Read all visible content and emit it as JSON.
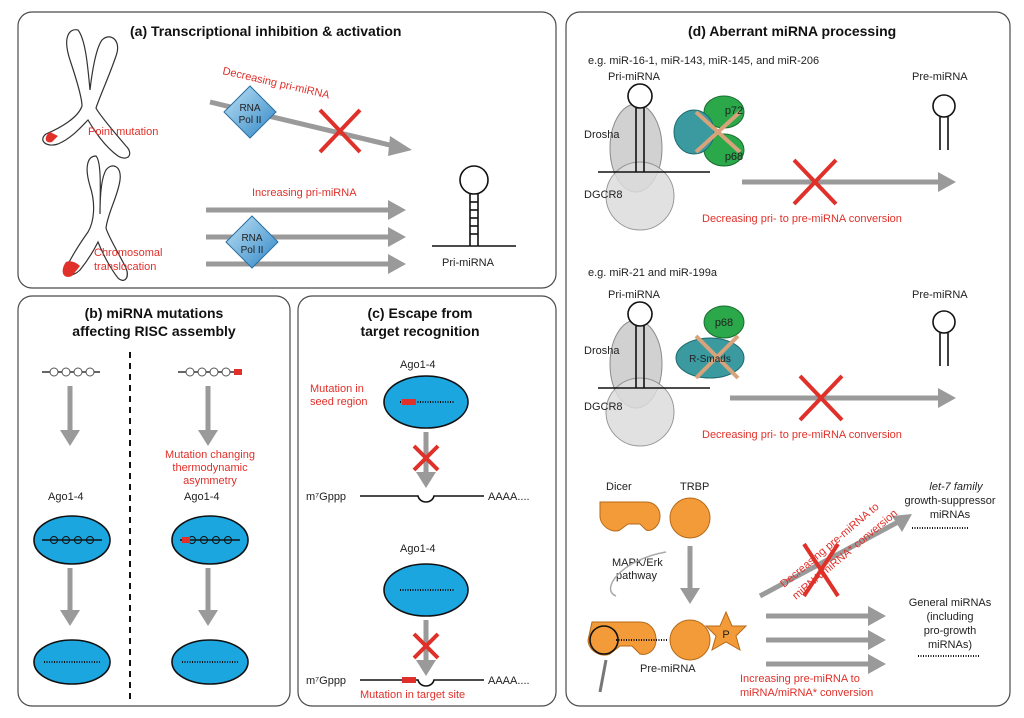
{
  "panels": {
    "a": {
      "title": "(a) Transcriptional inhibition & activation",
      "point_mutation": "Point mutation",
      "chrom_transloc_1": "Chromosomal",
      "chrom_transloc_2": "translocation",
      "decreasing": "Decreasing pri-miRNA",
      "increasing": "Increasing pri-miRNA",
      "rna_pol_1": "RNA",
      "rna_pol_2": "Pol II",
      "pri_mirna": "Pri-miRNA"
    },
    "b": {
      "title_1": "(b) miRNA mutations",
      "title_2": "affecting RISC assembly",
      "mut_1": "Mutation changing",
      "mut_2": "thermodynamic",
      "mut_3": "asymmetry",
      "ago_left": "Ago1-4",
      "ago_right": "Ago1-4"
    },
    "c": {
      "title_1": "(c) Escape from",
      "title_2": "target recognition",
      "ago_top": "Ago1-4",
      "seed_1": "Mutation in",
      "seed_2": "seed region",
      "m7gppp_1": "m⁷Gppp",
      "aaaa_1": "AAAA....",
      "ago_bottom": "Ago1-4",
      "m7gppp_2": "m⁷Gppp",
      "aaaa_2": "AAAA....",
      "target_site": "Mutation in target site"
    },
    "d": {
      "title": "(d) Aberrant miRNA processing",
      "eg1": "e.g. miR-16-1, miR-143, miR-145, and miR-206",
      "pri1": "Pri-miRNA",
      "pre1": "Pre-miRNA",
      "drosha1": "Drosha",
      "dgcr8_1": "DGCR8",
      "p72": "p72",
      "p68_1": "p68",
      "dec1": "Decreasing pri- to pre-miRNA conversion",
      "eg2": "e.g. miR-21 and miR-199a",
      "pri2": "Pri-miRNA",
      "pre2": "Pre-miRNA",
      "drosha2": "Drosha",
      "dgcr8_2": "DGCR8",
      "p68_2": "p68",
      "r_smads": "R-Smads",
      "dec2": "Decreasing pri- to pre-miRNA conversion",
      "dicer": "Dicer",
      "trbp": "TRBP",
      "mapk_1": "MAPK/Erk",
      "mapk_2": "pathway",
      "pre_mirna": "Pre-miRNA",
      "p_label": "P",
      "let7_1": "let-7 family",
      "let7_2": "growth-suppressor",
      "let7_3": "miRNAs",
      "dec3_1": "Decreasing pre-miRNA to",
      "dec3_2": "miRNA/miRNA* conversion",
      "gen_1": "General miRNAs",
      "gen_2": "(including",
      "gen_3": "pro-growth",
      "gen_4": "miRNAs)",
      "inc_1": "Increasing pre-miRNA to",
      "inc_2": "miRNA/miRNA* conversion"
    }
  },
  "colors": {
    "accent_red": "#e0302a",
    "ago_blue": "#1ba6e0",
    "dicer_orange": "#f29b38",
    "p72_green": "#2aa84a",
    "arrow_gray": "#9a9a9a",
    "pol_blue": "#5aa8d8"
  }
}
